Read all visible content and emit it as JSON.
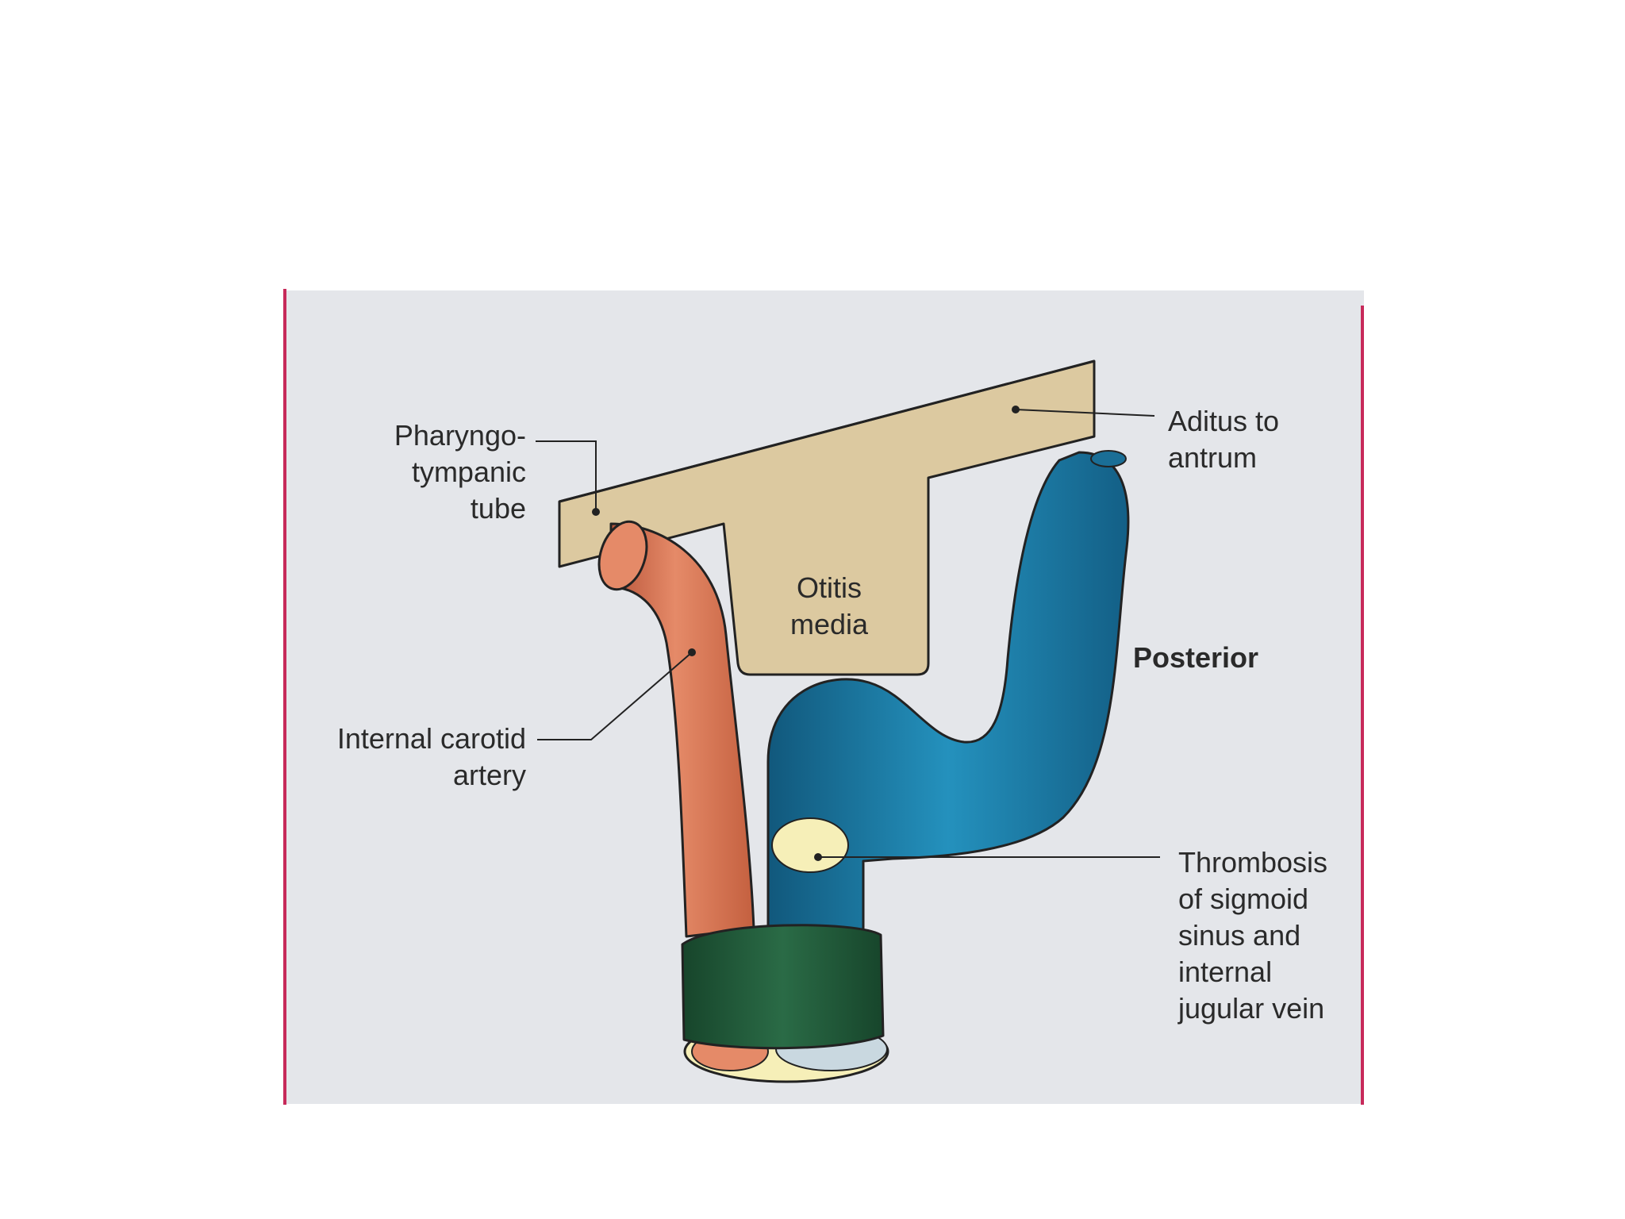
{
  "labels": {
    "pharyngotympanic": [
      "Pharyngo-",
      "tympanic",
      "tube"
    ],
    "aditus": [
      "Aditus to",
      "antrum"
    ],
    "otitis": [
      "Otitis",
      "media"
    ],
    "posterior": "Posterior",
    "carotid": [
      "Internal carotid",
      "artery"
    ],
    "thrombosis": [
      "Thrombosis",
      "of sigmoid",
      "sinus and",
      "internal",
      "jugular vein"
    ]
  },
  "colors": {
    "page_background": "#ffffff",
    "panel_background": "#e4e6ea",
    "panel_border": "#c72a5a",
    "tube_fill": "#dcc9a0",
    "artery_fill": "#e07a5a",
    "artery_dark": "#b9553a",
    "vein_fill": "#1f86b2",
    "vein_dark": "#11587c",
    "band_fill": "#21593a",
    "thrombus_fill": "#f6efb8",
    "leader_line": "#222222"
  }
}
